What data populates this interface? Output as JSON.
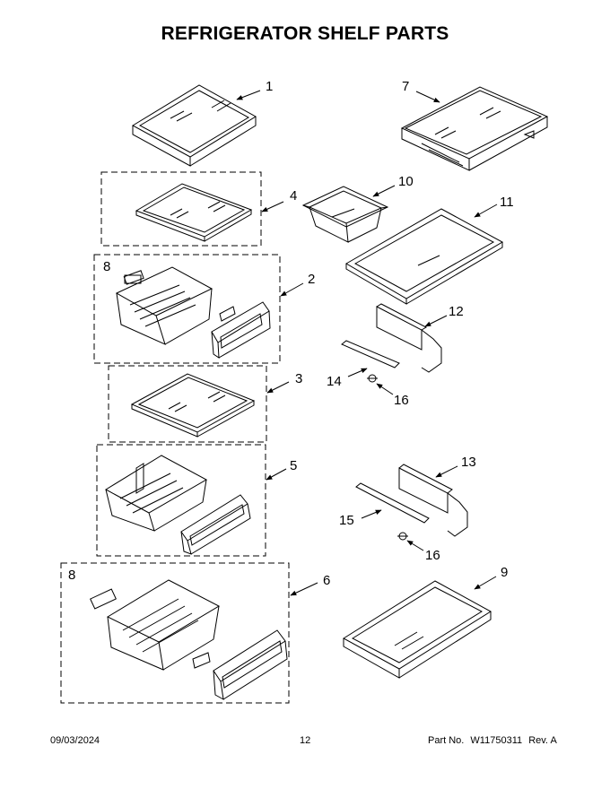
{
  "title": "REFRIGERATOR SHELF PARTS",
  "callouts": {
    "p1": "1",
    "p2": "2",
    "p3": "3",
    "p4": "4",
    "p5": "5",
    "p6": "6",
    "p7": "7",
    "p8a": "8",
    "p8b": "8",
    "p9": "9",
    "p10": "10",
    "p11": "11",
    "p12": "12",
    "p13": "13",
    "p14": "14",
    "p15": "15",
    "p16a": "16",
    "p16b": "16"
  },
  "footer": {
    "date": "09/03/2024",
    "page": "12",
    "part_label": "Part No.",
    "part_number": "W11750311",
    "rev": "Rev.  A"
  }
}
